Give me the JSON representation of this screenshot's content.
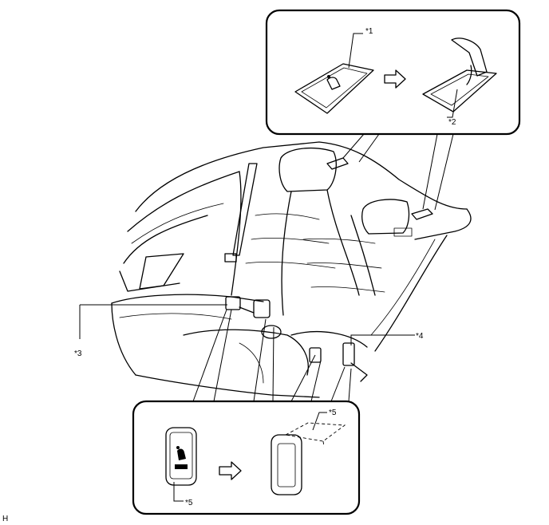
{
  "callouts": {
    "c1": "*1",
    "c2": "*2",
    "c3": "*3",
    "c4": "*4",
    "c5_top": "*5",
    "c5_bottom": "*5"
  },
  "figure_code": "H",
  "icon_names": [
    "child-seat-icon",
    "arrow-right-icon",
    "isofix-icon"
  ]
}
